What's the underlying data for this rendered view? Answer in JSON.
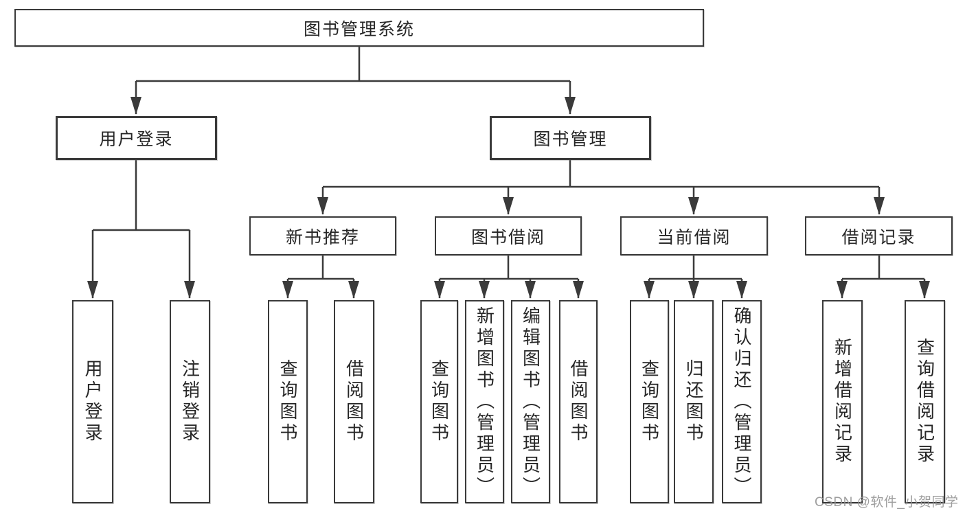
{
  "diagram_title": "图书管理系统",
  "colors": {
    "line": "#3a3a3a",
    "text": "#262626",
    "box_fill": "#ffffff",
    "watermark": "#949494",
    "background": "#ffffff"
  },
  "nodes": {
    "root": "图书管理系统",
    "l2": [
      "用户登录",
      "图书管理"
    ],
    "l3": [
      "新书推荐",
      "图书借阅",
      "当前借阅",
      "借阅记录"
    ],
    "leaves_login": [
      "用户登录",
      "注销登录"
    ],
    "leaves_newbook": [
      "查询图书",
      "借阅图书"
    ],
    "leaves_borrow": [
      "查询图书",
      "新增图书（管理员）",
      "编辑图书（管理员）",
      "借阅图书"
    ],
    "leaves_current": [
      "查询图书",
      "归还图书",
      "确认归还（管理员）"
    ],
    "leaves_records": [
      "新增借阅记录",
      "查询借阅记录"
    ]
  },
  "watermark": "CSDN @软件_小贺同学"
}
